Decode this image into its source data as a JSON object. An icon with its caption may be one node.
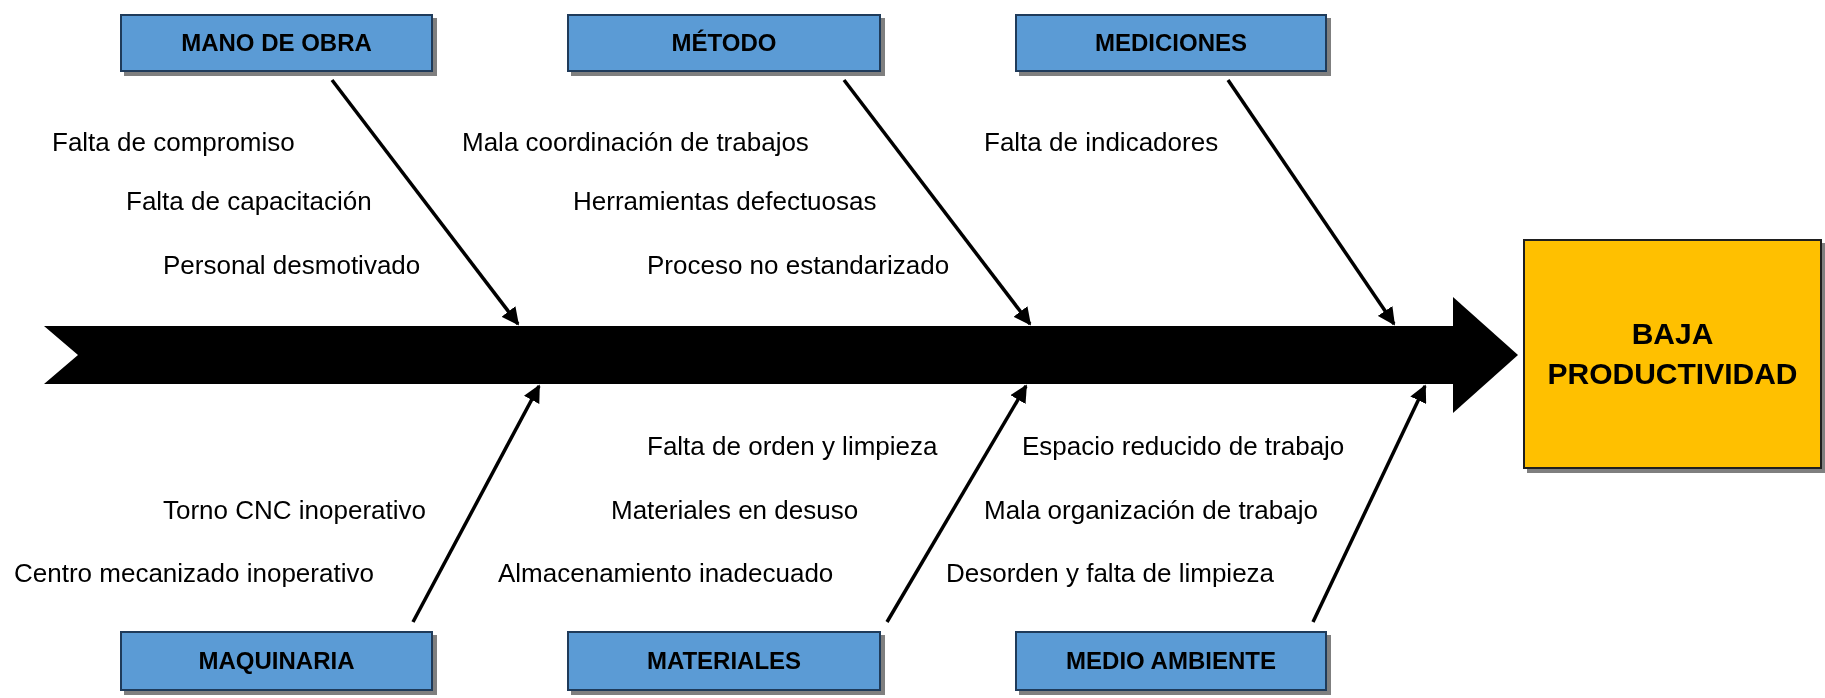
{
  "diagram": {
    "nodes": [
      {
        "text": [
          "MANO DE OBRA"
        ],
        "beside": [
          "Falta de compromiso",
          "Falta de capacitación",
          "Personal desmotivado"
        ]
      },
      {
        "text": [
          "MÉTODO"
        ],
        "beside": [
          "Mala coordinación de trabajos",
          "Herramientas defectuosas",
          "Proceso no estandarizado"
        ]
      },
      {
        "text": [
          "MEDICIONES"
        ],
        "beside": [
          "Falta de indicadores"
        ]
      },
      {
        "text": [],
        "shape": "bar"
      },
      {
        "text": [
          "BAJA PRODUCTIVIDAD"
        ]
      },
      {
        "text": [
          "MAQUINARIA"
        ],
        "beside": [
          "Torno CNC inoperativo",
          "Centro mecanizado inoperativo"
        ]
      },
      {
        "text": [
          "MATERIALES"
        ],
        "beside": [
          "Falta de orden y limpieza",
          "Materiales en desuso",
          "Almacenamiento inadecuado"
        ]
      },
      {
        "text": [
          "MEDIO AMBIENTE"
        ],
        "beside": [
          "Espacio reducido de trabajo",
          "Mala organización de trabajo",
          "Desorden y falta de limpieza"
        ]
      }
    ],
    "edges": [
      {
        "from": 0,
        "to": 3,
        "arrow": "to"
      },
      {
        "from": 1,
        "to": 3,
        "arrow": "to"
      },
      {
        "from": 2,
        "to": 3,
        "arrow": "to"
      },
      {
        "from": 5,
        "to": 3,
        "arrow": "to"
      },
      {
        "from": 6,
        "to": 3,
        "arrow": "to"
      },
      {
        "from": 7,
        "to": 3,
        "arrow": "to"
      },
      {
        "from": 3,
        "to": 4,
        "arrow": "to",
        "style": "thick"
      }
    ]
  }
}
